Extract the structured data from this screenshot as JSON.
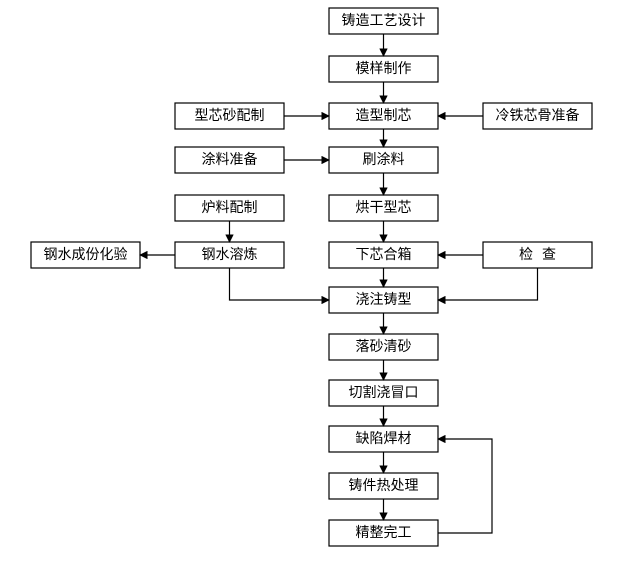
{
  "nodes": {
    "casting_process_design": "铸造工艺设计",
    "pattern_making": "模样制作",
    "sand_mixing": "型芯砂配制",
    "molding_coremaking": "造型制芯",
    "chill_core_iron_prep": "冷铁芯骨准备",
    "coating_prep": "涂料准备",
    "coating_application": "刷涂料",
    "mold_drying": "烘干型芯",
    "charge_prep": "炉料配制",
    "composition_analysis": "钢水成份化验",
    "steel_melting": "钢水溶炼",
    "core_setting_closing": "下芯合箱",
    "inspection": "检  查",
    "pouring": "浇注铸型",
    "shakeout_cleaning": "落砂清砂",
    "riser_cutting": "切割浇冒口",
    "defect_welding": "缺陷焊材",
    "heat_treatment": "铸件热处理",
    "finishing": "精整完工"
  },
  "colors": {
    "line": "#000000",
    "box_fill": "#ffffff",
    "text": "#000000"
  }
}
